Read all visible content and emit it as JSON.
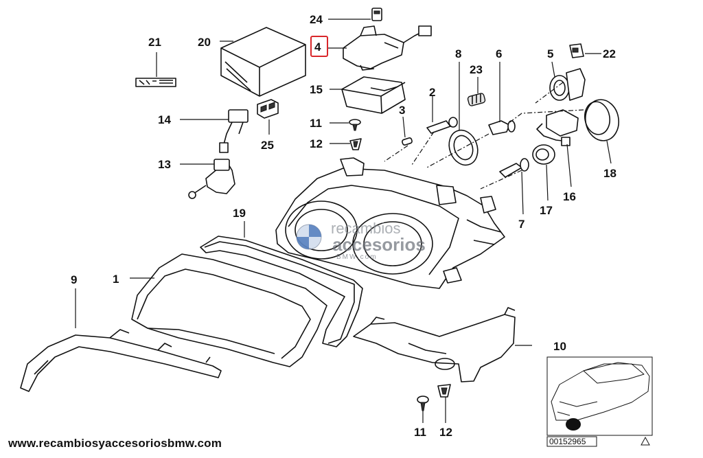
{
  "diagram": {
    "labels": {
      "l1": "1",
      "l2": "2",
      "l3": "3",
      "l4": "4",
      "l5": "5",
      "l6": "6",
      "l7": "7",
      "l8": "8",
      "l9": "9",
      "l10": "10",
      "l11a": "11",
      "l11b": "11",
      "l12a": "12",
      "l12b": "12",
      "l13": "13",
      "l14": "14",
      "l15": "15",
      "l16": "16",
      "l17": "17",
      "l18": "18",
      "l19": "19",
      "l20": "20",
      "l21": "21",
      "l22": "22",
      "l23": "23",
      "l24": "24",
      "l25": "25"
    },
    "highlighted_label": "4",
    "highlight_color": "#d9262a",
    "inset_part_number": "00152965"
  },
  "watermark": {
    "line1": "recambios",
    "line2": "accesorios",
    "line3": "BMW.com"
  },
  "footer": {
    "url": "www.recambiosyaccesoriosbmw.com"
  }
}
